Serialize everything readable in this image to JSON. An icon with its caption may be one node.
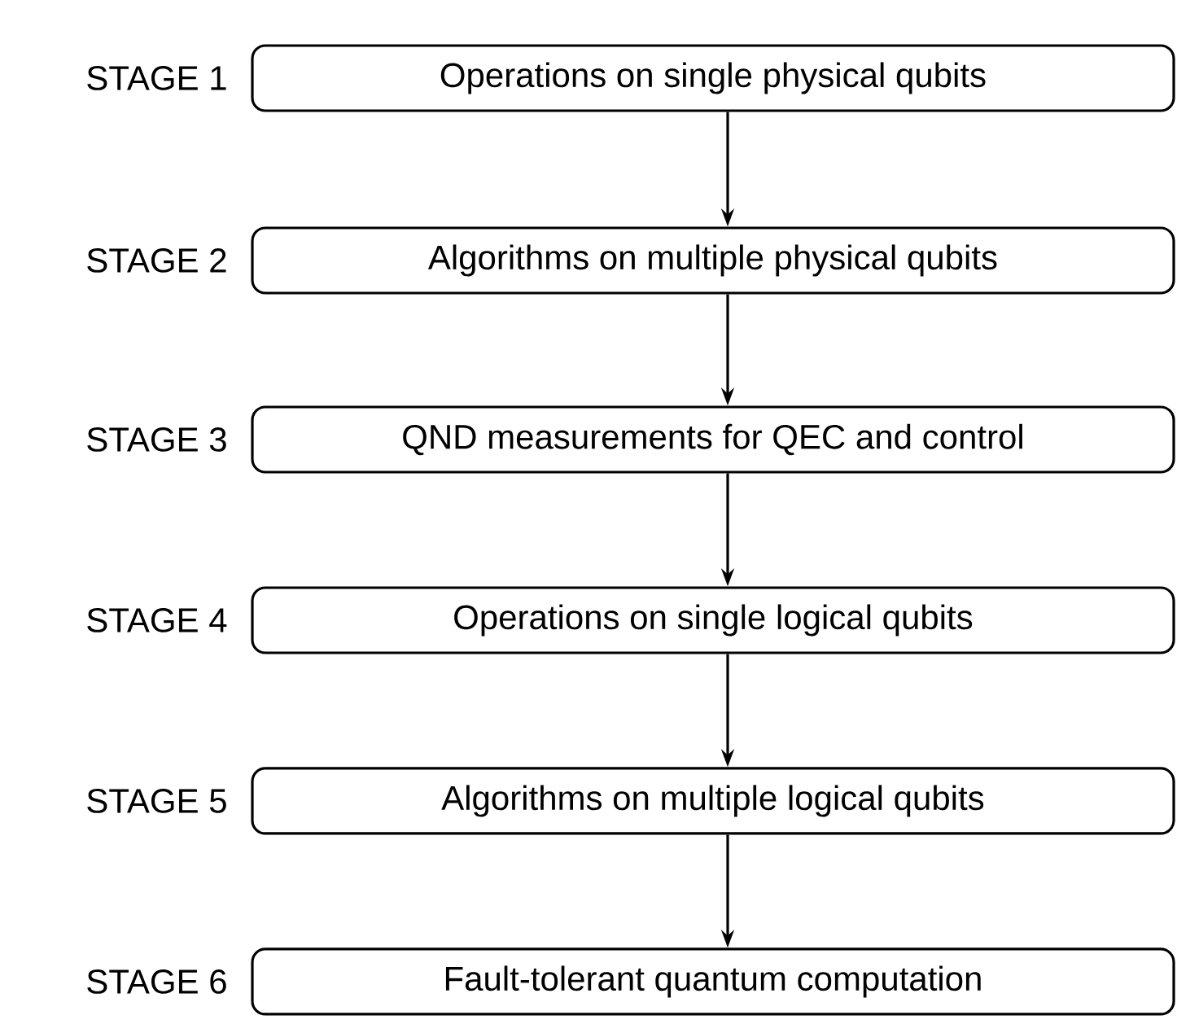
{
  "diagram": {
    "nodes": [
      {
        "text": [
          "Operations on single physical qubits"
        ],
        "beside": [
          "STAGE 1"
        ]
      },
      {
        "text": [
          "Algorithms on multiple physical qubits"
        ],
        "beside": [
          "STAGE 2"
        ]
      },
      {
        "text": [
          "QND measurements for QEC and control"
        ],
        "beside": [
          "STAGE 3"
        ]
      },
      {
        "text": [
          "Operations on single logical qubits"
        ],
        "beside": [
          "STAGE 4"
        ]
      },
      {
        "text": [
          "Algorithms on multiple logical qubits"
        ],
        "beside": [
          "STAGE 5"
        ]
      },
      {
        "text": [
          "Fault-tolerant quantum computation"
        ],
        "beside": [
          "STAGE 6"
        ]
      }
    ],
    "edges": [
      {
        "from": 0,
        "to": 1,
        "arrow": "to"
      },
      {
        "from": 1,
        "to": 2,
        "arrow": "to"
      },
      {
        "from": 2,
        "to": 3,
        "arrow": "to"
      },
      {
        "from": 3,
        "to": 4,
        "arrow": "to"
      },
      {
        "from": 4,
        "to": 5,
        "arrow": "to"
      }
    ]
  }
}
